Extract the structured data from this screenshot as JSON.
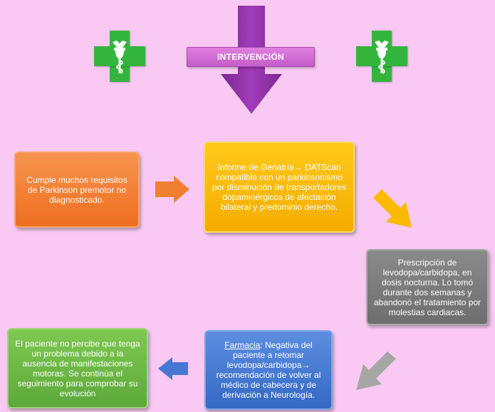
{
  "header": {
    "banner_label": "INTERVENCIÓN"
  },
  "icons": {
    "left": "pharmacy-cross-icon",
    "right": "pharmacy-cross-icon"
  },
  "boxes": {
    "orange": "Cumple muchos requisitos de Parkinson premotor no diagnosticado.",
    "yellow": "Informe de Geriatría→ DATScan compatible con un parkinsonismo por disminución de transportadores dopaminérgicos de afectación bilateral y predominio derecho.",
    "gray": "Prescripción de levodopa/carbidopa, en dosis nocturna. Lo tomó durante dos semanas y abandonó el tratamiento por molestias cardiacas.",
    "blue_label": "Farmacia",
    "blue_text": ": Negativa del paciente a retomar levodopa/carbidopa→ recomendación de volver al médico de cabecera y de derivación a Neurología.",
    "green": "El paciente no percibe que tenga un problema debido a la ausencia de manifestaciones motoras. Se continúa el seguimiento para comprobar su evolución"
  },
  "colors": {
    "background": "#f9c9f3",
    "orange": "#f08030",
    "yellow": "#fbb900",
    "gray": "#7c7c7c",
    "blue": "#4677d2",
    "green": "#6cb846",
    "purple": "#8a2d9e"
  }
}
